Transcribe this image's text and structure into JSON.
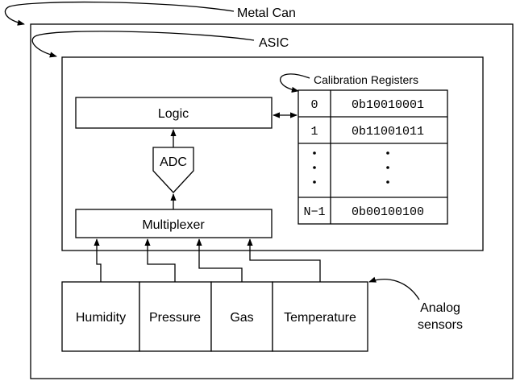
{
  "labels": {
    "metal_can": "Metal Can",
    "asic": "ASIC",
    "calibration_registers": "Calibration Registers",
    "logic": "Logic",
    "adc": "ADC",
    "multiplexer": "Multiplexer",
    "analog_sensors_line1": "Analog",
    "analog_sensors_line2": "sensors"
  },
  "registers": [
    {
      "index": "0",
      "value": "0b10010001"
    },
    {
      "index": "1",
      "value": "0b11001011"
    },
    {
      "index": "N−1",
      "value": "0b00100100"
    }
  ],
  "sensors": [
    "Humidity",
    "Pressure",
    "Gas",
    "Temperature"
  ]
}
